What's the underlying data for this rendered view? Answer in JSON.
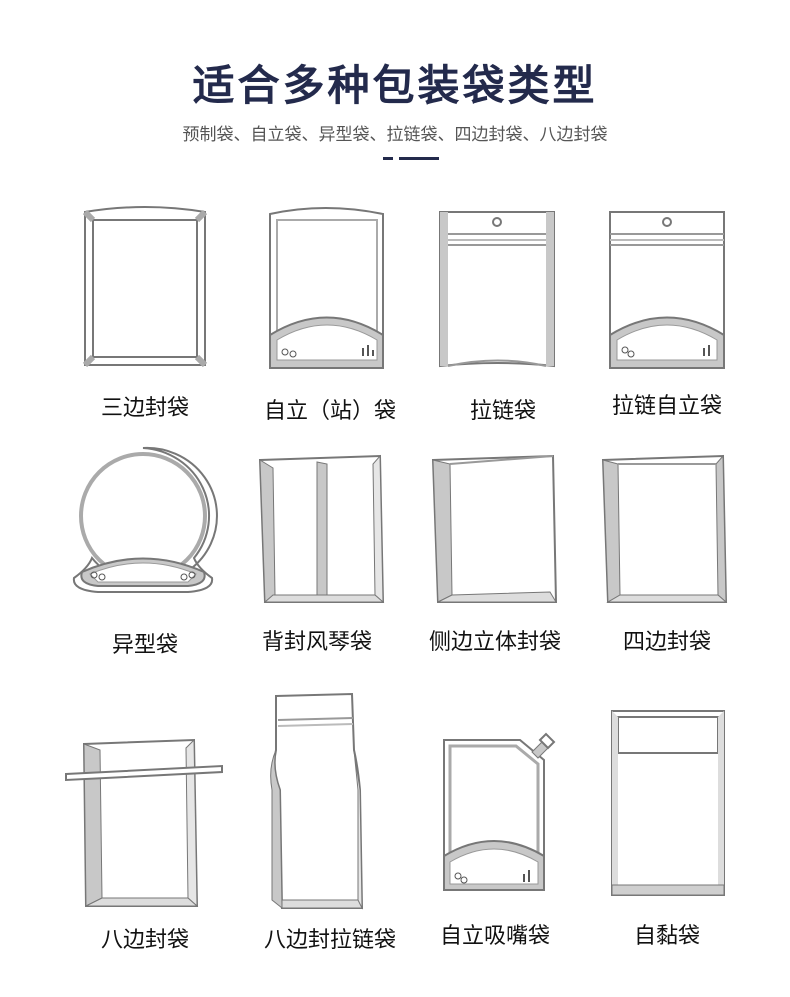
{
  "header": {
    "title": "适合多种包装袋类型",
    "subtitle": "预制袋、自立袋、异型袋、拉链袋、四边封袋、八边封袋"
  },
  "bags": [
    {
      "label": "三边封袋",
      "icon": "three-side-seal-bag-icon"
    },
    {
      "label": "自立（站）袋",
      "icon": "stand-up-pouch-icon"
    },
    {
      "label": "拉链袋",
      "icon": "zipper-bag-icon"
    },
    {
      "label": "拉链自立袋",
      "icon": "zipper-stand-up-pouch-icon"
    },
    {
      "label": "异型袋",
      "icon": "shaped-bag-icon"
    },
    {
      "label": "背封风琴袋",
      "icon": "back-seal-gusset-bag-icon"
    },
    {
      "label": "侧边立体封袋",
      "icon": "side-gusset-bag-icon"
    },
    {
      "label": "四边封袋",
      "icon": "four-side-seal-bag-icon"
    },
    {
      "label": "八边封袋",
      "icon": "eight-side-seal-bag-icon"
    },
    {
      "label": "八边封拉链袋",
      "icon": "eight-side-zipper-bag-icon"
    },
    {
      "label": "自立吸嘴袋",
      "icon": "spout-pouch-icon"
    },
    {
      "label": "自黏袋",
      "icon": "self-adhesive-bag-icon"
    }
  ]
}
